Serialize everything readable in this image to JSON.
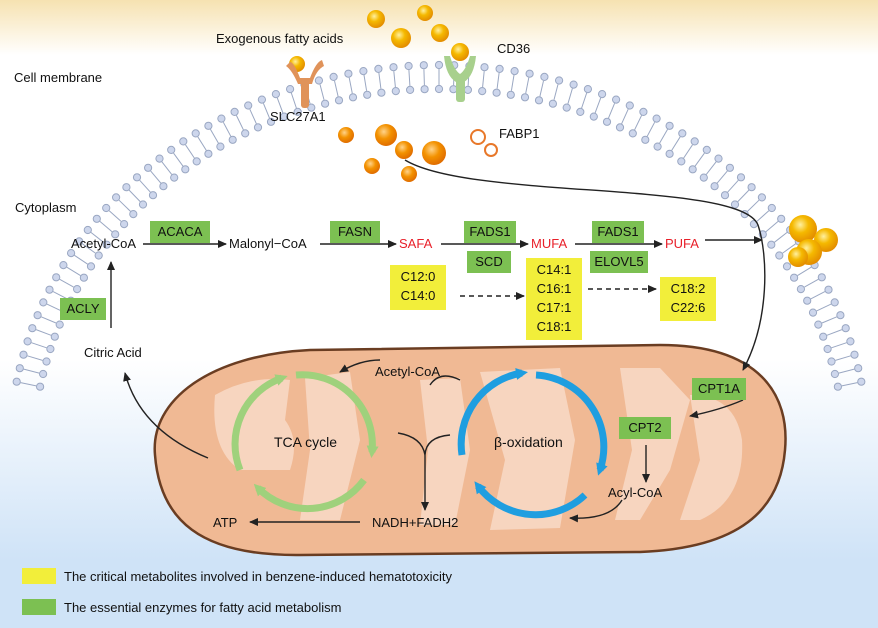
{
  "membrane": {
    "exogenous_label": "Exogenous fatty acids",
    "cell_membrane_label": "Cell membrane",
    "cd36_label": "CD36",
    "slc27a1_label": "SLC27A1",
    "fabp1_label": "FABP1",
    "cytoplasm_label": "Cytoplasm"
  },
  "pathway": {
    "acetyl_coa": "Acetyl-CoA",
    "malonyl_coa": "Malonyl−CoA",
    "safa": "SAFA",
    "mufa": "MUFA",
    "pufa": "PUFA",
    "citric_acid": "Citric Acid"
  },
  "enzymes": {
    "acaca": "ACACA",
    "fasn": "FASN",
    "fads1_a": "FADS1",
    "scd": "SCD",
    "fads1_b": "FADS1",
    "elovl5": "ELOVL5",
    "acly": "ACLY",
    "cpt1a": "CPT1A",
    "cpt2": "CPT2"
  },
  "metabolites": {
    "safa_list": [
      "C12:0",
      "C14:0"
    ],
    "mufa_list": [
      "C14:1",
      "C16:1",
      "C17:1",
      "C18:1"
    ],
    "pufa_list": [
      "C18:2",
      "C22:6"
    ]
  },
  "mitochondrion": {
    "acetyl_coa": "Acetyl-CoA",
    "tca_cycle": "TCA cycle",
    "beta_oxidation": "β-oxidation",
    "acyl_coa": "Acyl-CoA",
    "atp": "ATP",
    "nadh": "NADH+FADH2"
  },
  "legend": [
    {
      "color": "#f2ee3a",
      "text": "The critical metabolites involved in benzene-induced hematotoxicity"
    },
    {
      "color": "#7cc052",
      "text": "The essential enzymes for fatty acid metabolism"
    }
  ],
  "colors": {
    "enzyme": "#7cc052",
    "metabolite": "#f2ee3a",
    "highlight_text": "#e8202a",
    "tca": "#9fd17c",
    "beta_oxidation": "#1f9ee0",
    "mitochondrion": "#f0b994"
  }
}
